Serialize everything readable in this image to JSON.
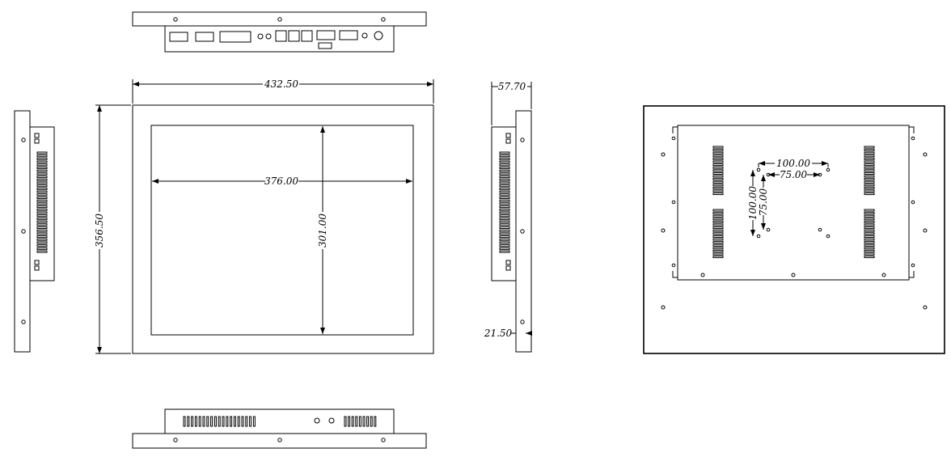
{
  "drawing": {
    "type": "mechanical-dimension-drawing",
    "dimensions": {
      "overall_width": "432.50",
      "overall_height": "356.50",
      "screen_width": "376.00",
      "screen_height": "301.00",
      "depth": "57.70",
      "bezel_depth": "21.50",
      "vesa_outer_h": "100.00",
      "vesa_inner_h": "75.00",
      "vesa_outer_v": "100.00",
      "vesa_inner_v": "75.00"
    },
    "views": [
      "top-view",
      "left-view",
      "front-view",
      "right-view",
      "rear-view",
      "bottom-view"
    ]
  }
}
